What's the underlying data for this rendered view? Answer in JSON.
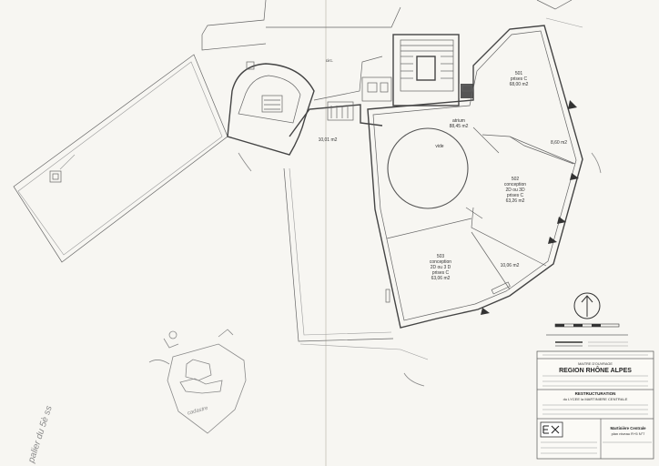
{
  "plan": {
    "rooms": [
      {
        "id": "501",
        "number": "501",
        "usage": "prises C",
        "area": "68,00 m2"
      },
      {
        "id": "small-east",
        "area": "8,60 m2"
      },
      {
        "id": "atrium",
        "usage": "atrium",
        "area": "88,45 m2"
      },
      {
        "id": "vide",
        "usage": "vide"
      },
      {
        "id": "502",
        "number": "502",
        "usage": "conception",
        "detail": "2D ou 3D",
        "usage2": "prises C",
        "area": "63,26 m2"
      },
      {
        "id": "503",
        "number": "503",
        "usage": "conception",
        "detail": "2D ou 3 D",
        "usage2": "prises C",
        "area": "63,06 m2"
      },
      {
        "id": "south-east",
        "area": "10,06 m2"
      },
      {
        "id": "west",
        "area": "10,01 m2"
      }
    ],
    "corridor_label": "circ.",
    "pencil_notes": [
      "palier du 5è ss",
      "cadastre"
    ]
  },
  "title_block": {
    "client_label": "MAITRE D'OUVRAGE",
    "client": "REGION RHÔNE ALPES",
    "project_label": "RESTRUCTURATION",
    "project": "du LYCEE la MARTINIERE CENTRALE",
    "plan_title": "Martinière Centrale",
    "plan_sub": "plan niveau R+5 N°7"
  },
  "colors": {
    "ink": "#444444",
    "paper": "#f7f6f2",
    "pencil": "#8a8a8a"
  }
}
